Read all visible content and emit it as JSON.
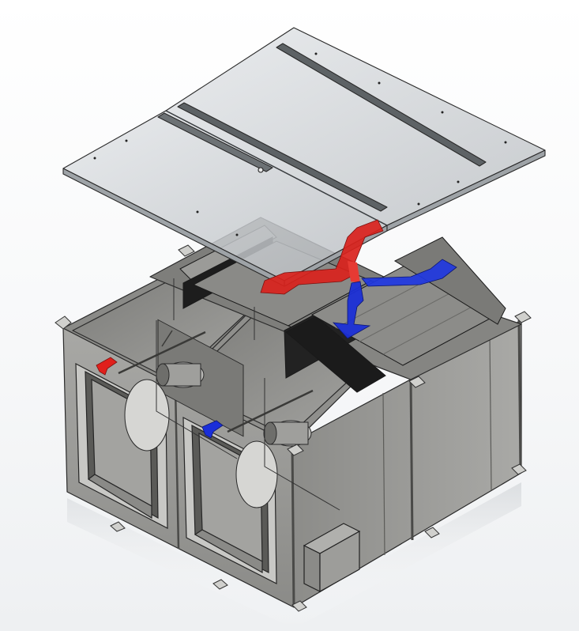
{
  "scene": {
    "subject": "hvac-unit-exploded-view",
    "background_color": "#ffffff",
    "colors": {
      "housing_light": "#b9b9b6",
      "housing_mid": "#9d9d9a",
      "housing_dark": "#6f6f6c",
      "panel_glass": "#cfd4d8",
      "edge": "#2b2b2b",
      "filter_dark": "#1d1d1d",
      "arrow_supply": "#e0201c",
      "arrow_exhaust": "#1a2fd9"
    },
    "icons": [
      "red-airflow-arrow",
      "blue-airflow-arrow",
      "fan-icon"
    ]
  }
}
